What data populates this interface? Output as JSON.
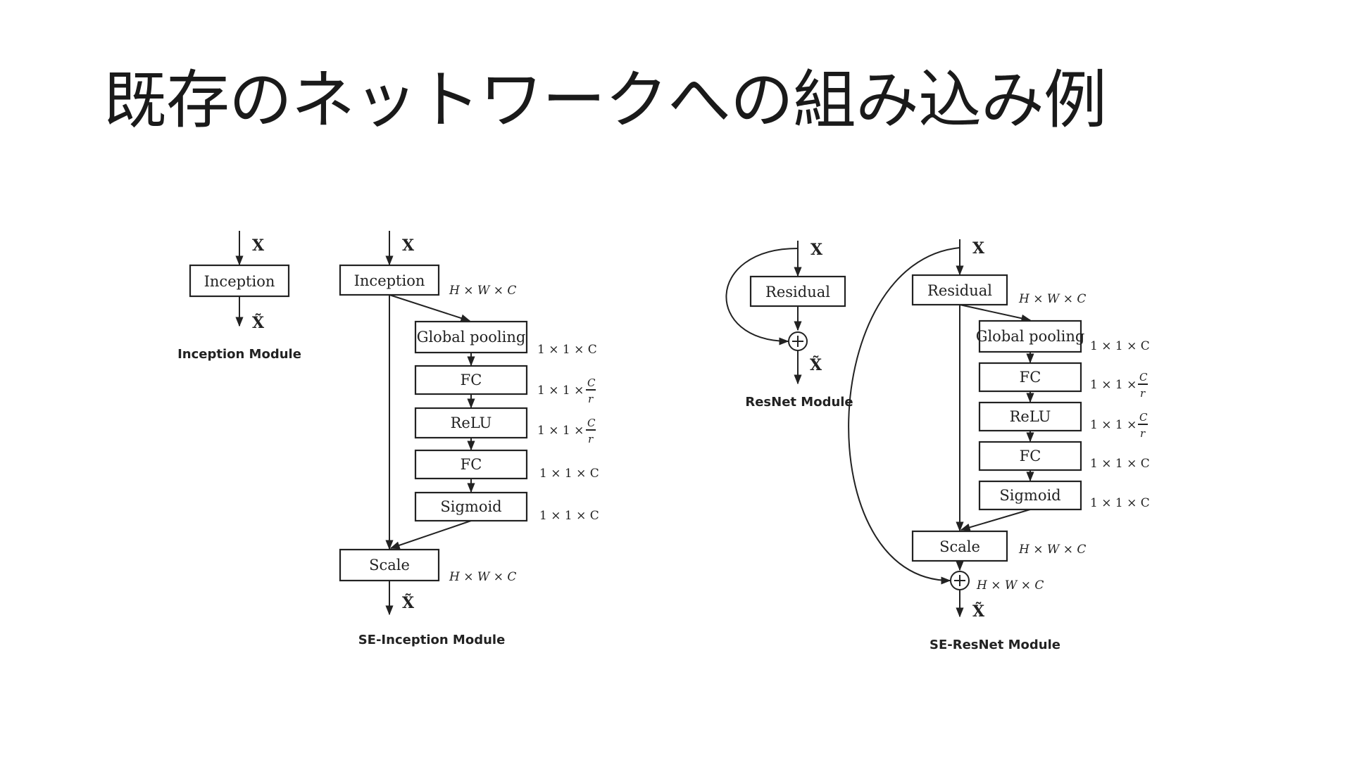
{
  "title": "既存のネットワークへの組み込み例",
  "var_x": "X",
  "var_xtilde": "X̃",
  "captions": {
    "inception": "Inception Module",
    "se_inception": "SE-Inception Module",
    "resnet": "ResNet Module",
    "se_resnet": "SE-ResNet Module"
  },
  "blocks": {
    "inception": "Inception",
    "residual": "Residual",
    "global_pooling": "Global pooling",
    "fc": "FC",
    "relu": "ReLU",
    "sigmoid": "Sigmoid",
    "scale": "Scale"
  },
  "dims": {
    "hwc": "H × W × C",
    "c11": "1 × 1 × C",
    "cr_prefix": "1 × 1 ×",
    "cr_num": "C",
    "cr_den": "r"
  }
}
